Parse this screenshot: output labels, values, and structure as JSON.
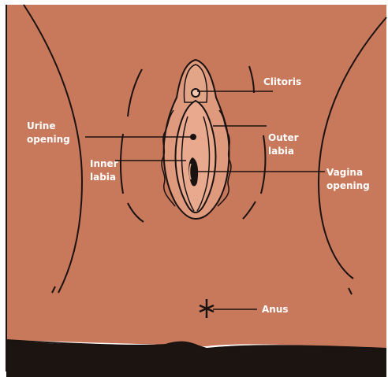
{
  "colors": {
    "skin": "#c9795b",
    "vulva_fill": "#df9a7e",
    "inner_fill": "#e8a98e",
    "outline": "#1a1210",
    "background": "#ffffff",
    "label_text": "#ffffff"
  },
  "labels": {
    "clitoris": "Clitoris",
    "urine_opening": {
      "line1": "Urine",
      "line2": "opening"
    },
    "outer_labia": {
      "line1": "Outer",
      "line2": "labia"
    },
    "inner_labia": {
      "line1": "Inner",
      "line2": "labia"
    },
    "vagina_opening": {
      "line1": "Vagina",
      "line2": "opening"
    },
    "anus": "Anus"
  }
}
